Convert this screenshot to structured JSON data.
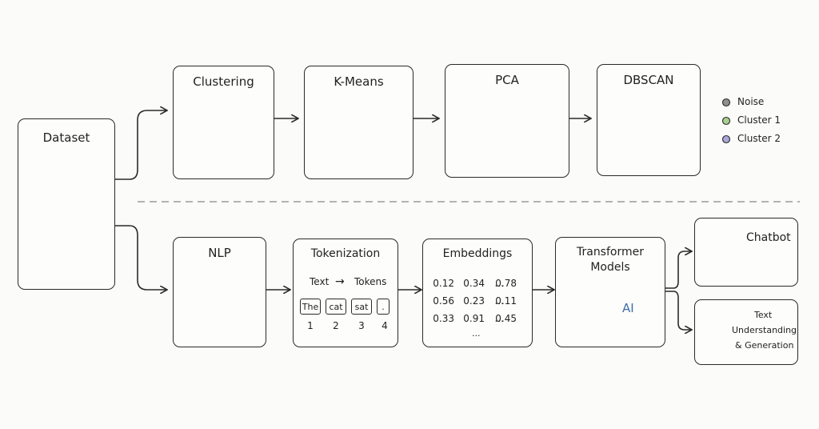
{
  "dataset": {
    "title": "Dataset"
  },
  "top_row": {
    "clustering": {
      "title": "Clustering"
    },
    "kmeans": {
      "title": "K-Means"
    },
    "pca": {
      "title": "PCA"
    },
    "dbscan": {
      "title": "DBSCAN"
    }
  },
  "legend": [
    {
      "label": "Noise",
      "color": "#8f8f8f"
    },
    {
      "label": "Cluster 1",
      "color": "#a9cf8f"
    },
    {
      "label": "Cluster 2",
      "color": "#a9a6d8"
    }
  ],
  "bottom_row": {
    "nlp": {
      "title": "NLP"
    },
    "tokenization": {
      "title": "Tokenization",
      "from": "Text",
      "arrow": "→",
      "to": "Tokens",
      "tokens": [
        "The",
        "cat",
        "sat",
        "."
      ],
      "indices": [
        "1",
        "2",
        "3",
        "4"
      ]
    },
    "embeddings": {
      "title": "Embeddings",
      "rows": [
        [
          "0.12",
          "0.34",
          "...",
          "0.78"
        ],
        [
          "0.56",
          "0.23",
          "...",
          "0.11"
        ],
        [
          "0.33",
          "0.91",
          "...",
          "0.45"
        ]
      ],
      "trailing": "..."
    },
    "transformer": {
      "title_line1": "Transformer",
      "title_line2": "Models",
      "chip_label": "AI"
    },
    "chatbot": {
      "title": "Chatbot"
    },
    "text_gen": {
      "line1": "Text",
      "line2": "Understanding",
      "line3": "& Generation"
    }
  },
  "colors": {
    "cluster1": "#a9cf8f",
    "cluster2": "#a9a6d8",
    "noise": "#8f8f8f",
    "robot": "#8fb7dd",
    "table_header": "#a9cf8f"
  }
}
